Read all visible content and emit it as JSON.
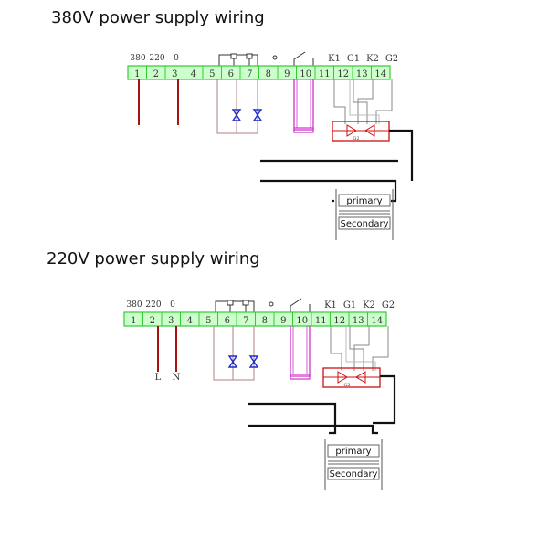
{
  "titles": {
    "wiring_380": "380V power supply wiring",
    "wiring_220": "220V power supply wiring"
  },
  "terminal_numbers": [
    "1",
    "2",
    "3",
    "4",
    "5",
    "6",
    "7",
    "8",
    "9",
    "10",
    "11",
    "12",
    "13",
    "14"
  ],
  "top_labels": {
    "v380": "380",
    "v220": "220",
    "zero": "0",
    "k1": "K1",
    "g1": "G1",
    "k2": "K2",
    "g2": "G2"
  },
  "transformer": {
    "primary": "primary",
    "secondary": "Secondary"
  },
  "scr_label": "G2",
  "line_labels": {
    "live": "L",
    "neutral": "N"
  },
  "colors": {
    "terminal_fill": "#ccffcc",
    "terminal_border": "#33cc33",
    "power_wire": "#aa1111",
    "valve": "#1c2ec8",
    "coil": "#cc33cc",
    "scr_box": "#cc1111"
  }
}
